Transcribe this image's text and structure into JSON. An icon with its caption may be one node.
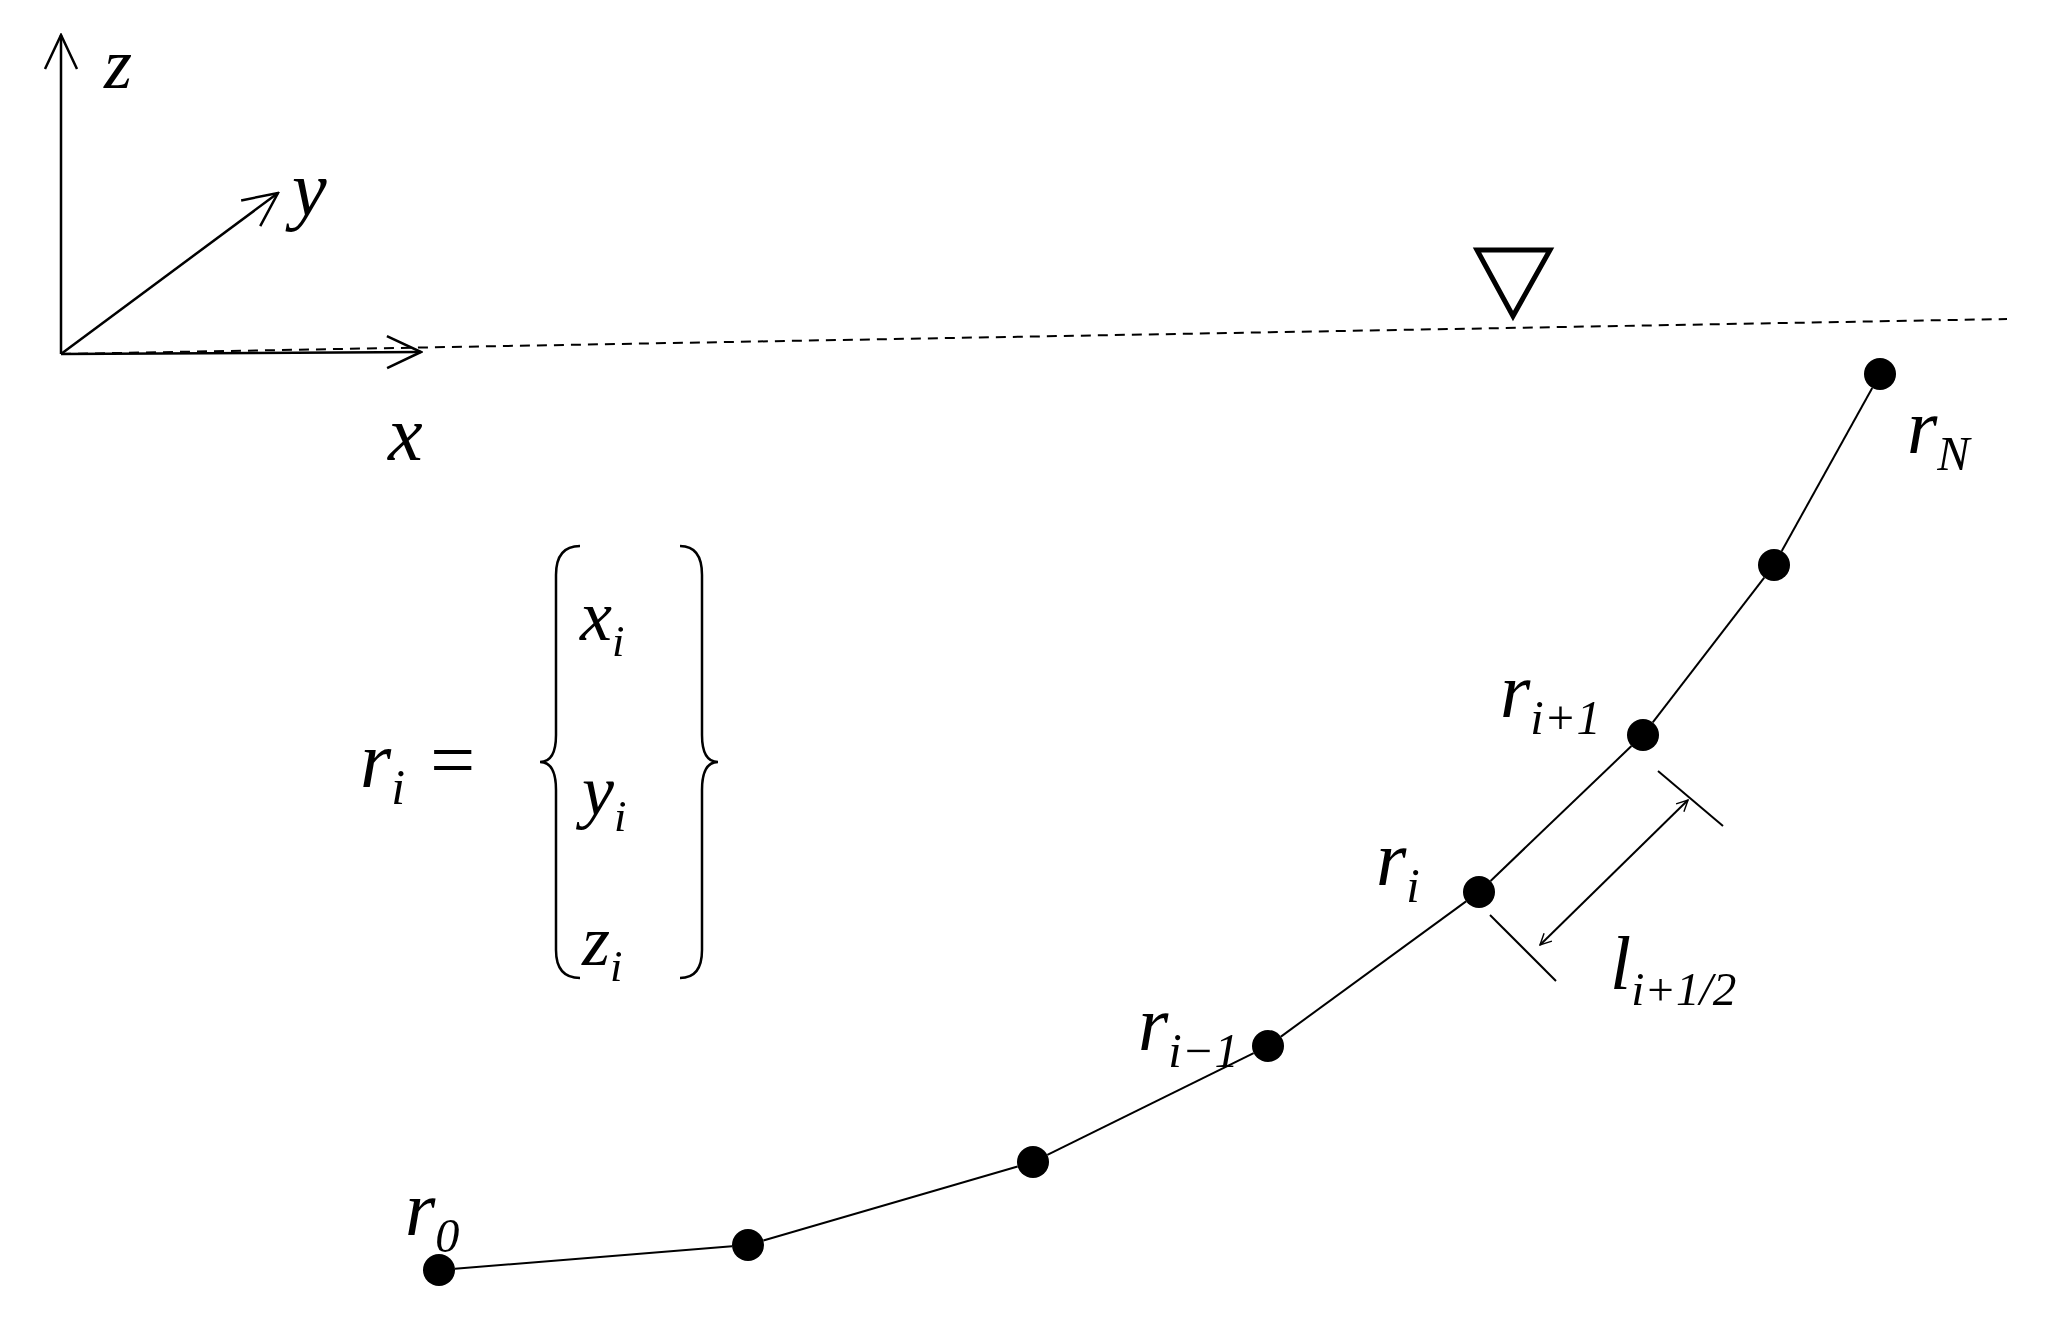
{
  "diagram": {
    "nodes": [
      {
        "text": [],
        "shape": "circle",
        "beside": [
          "r$_{0}$"
        ]
      },
      {
        "text": [],
        "shape": "circle"
      },
      {
        "text": [],
        "shape": "circle"
      },
      {
        "text": [],
        "shape": "circle",
        "beside": [
          "r$_{i−1}$"
        ]
      },
      {
        "text": [],
        "shape": "circle",
        "beside": [
          "r$_{i}$"
        ]
      },
      {
        "text": [],
        "shape": "circle",
        "beside": [
          "r$_{i+1}$"
        ]
      },
      {
        "text": [],
        "shape": "circle"
      },
      {
        "text": [],
        "shape": "circle",
        "beside": [
          "r$_{N}$"
        ]
      }
    ],
    "edges": [
      {
        "from": 0,
        "to": 1,
        "arrow": "none"
      },
      {
        "from": 1,
        "to": 2,
        "arrow": "none"
      },
      {
        "from": 2,
        "to": 3,
        "arrow": "none"
      },
      {
        "from": 3,
        "to": 4,
        "arrow": "none"
      },
      {
        "from": 4,
        "to": 5,
        "arrow": "none"
      },
      {
        "from": 5,
        "to": 6,
        "arrow": "none"
      },
      {
        "from": 6,
        "to": 7,
        "arrow": "none"
      }
    ],
    "labels": [
      "z",
      "y",
      "x",
      "r$_{i}$ =",
      "x$_{i}$",
      "y$_{i}$",
      "z$_{i}$",
      "l$_{i+1/2}$"
    ]
  }
}
